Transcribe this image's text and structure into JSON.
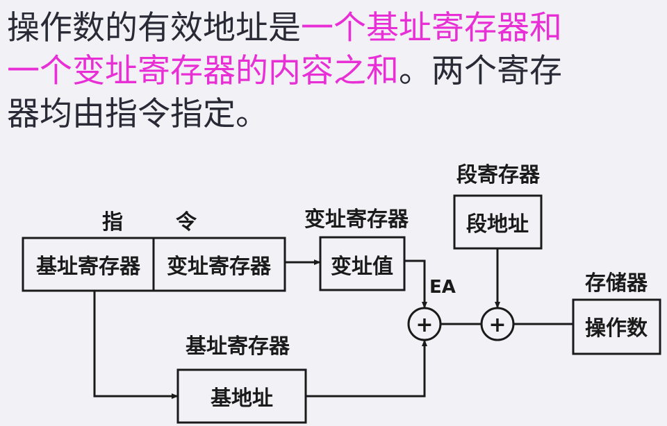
{
  "text": {
    "line1_normal": "操作数的有效地址是",
    "line1_highlight": "一个基址寄存器和",
    "line2_highlight": "一个变址寄存器的内容之和",
    "line2_normal": "。两个寄存",
    "line3": "器均由指令指定。"
  },
  "colors": {
    "highlight": "#e82fd6",
    "text": "#2a2a36",
    "background": "#f2f2f6"
  },
  "diagram": {
    "instruction_label_1": "指",
    "instruction_label_2": "令",
    "instr_field_base": "基址寄存器",
    "instr_field_index": "变址寄存器",
    "index_reg_title": "变址寄存器",
    "index_value": "变址值",
    "ea_label": "EA",
    "segment_reg_title": "段寄存器",
    "segment_address": "段地址",
    "memory_title": "存储器",
    "operand": "操作数",
    "base_reg_title": "基址寄存器",
    "base_address": "基地址",
    "adder_symbol": "+"
  }
}
